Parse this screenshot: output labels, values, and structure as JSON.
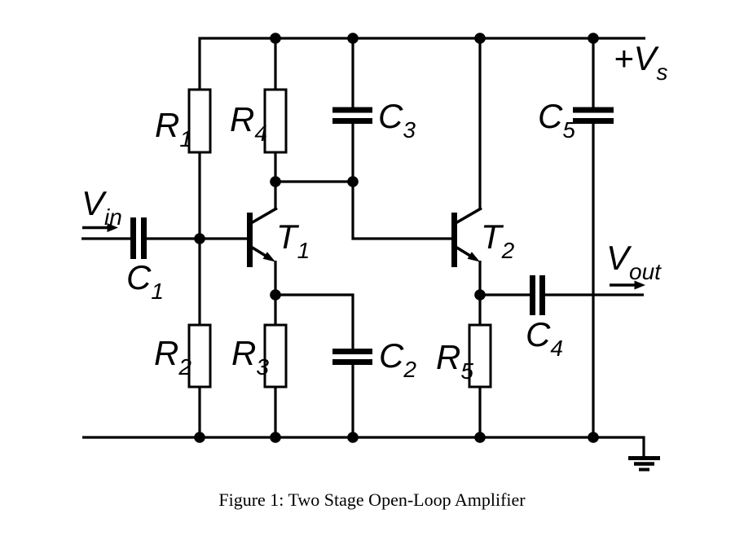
{
  "figure": {
    "caption": "Figure 1: Two Stage Open-Loop Amplifier"
  },
  "labels": {
    "vs": {
      "main": "+V",
      "sub": "s"
    },
    "vin": {
      "main": "V",
      "sub": "in"
    },
    "vout": {
      "main": "V",
      "sub": "out"
    },
    "r1": {
      "main": "R",
      "sub": "1"
    },
    "r2": {
      "main": "R",
      "sub": "2"
    },
    "r3": {
      "main": "R",
      "sub": "3"
    },
    "r4": {
      "main": "R",
      "sub": "4"
    },
    "r5": {
      "main": "R",
      "sub": "5"
    },
    "c1": {
      "main": "C",
      "sub": "1"
    },
    "c2": {
      "main": "C",
      "sub": "2"
    },
    "c3": {
      "main": "C",
      "sub": "3"
    },
    "c4": {
      "main": "C",
      "sub": "4"
    },
    "c5": {
      "main": "C",
      "sub": "5"
    },
    "t1": {
      "main": "T",
      "sub": "1"
    },
    "t2": {
      "main": "T",
      "sub": "2"
    }
  },
  "components": {
    "transistors": [
      "T1",
      "T2"
    ],
    "resistors": [
      "R1",
      "R2",
      "R3",
      "R4",
      "R5"
    ],
    "capacitors": [
      "C1",
      "C2",
      "C3",
      "C4",
      "C5"
    ],
    "supply": "+Vs",
    "input": "Vin",
    "output": "Vout",
    "ground": "ground"
  },
  "colors": {
    "ink": "#000000",
    "background": "#ffffff"
  }
}
